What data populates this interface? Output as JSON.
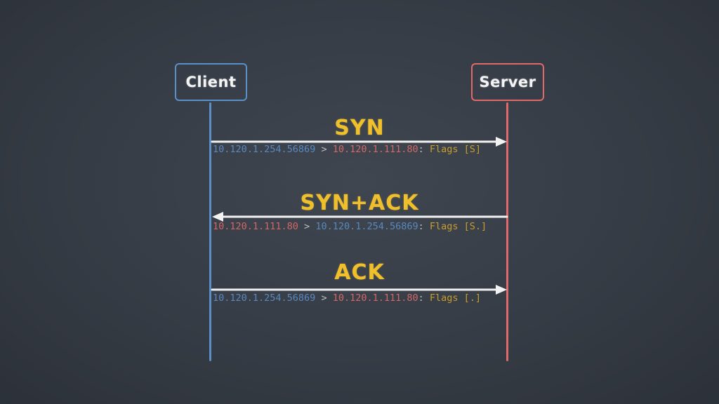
{
  "actors": {
    "client": {
      "label": "Client",
      "color": "#5b8fc9"
    },
    "server": {
      "label": "Server",
      "color": "#e06a69"
    }
  },
  "messages": [
    {
      "label": "SYN",
      "direction": "client-to-server",
      "source": "10.120.1.254.56869",
      "separator": " > ",
      "destination": "10.120.1.111.80",
      "colon": ": ",
      "flags": "Flags [S]"
    },
    {
      "label": "SYN+ACK",
      "direction": "server-to-client",
      "source": "10.120.1.111.80",
      "separator": " > ",
      "destination": "10.120.1.254.56869",
      "colon": ": ",
      "flags": "Flags [S.]"
    },
    {
      "label": "ACK",
      "direction": "client-to-server",
      "source": "10.120.1.254.56869",
      "separator": " > ",
      "destination": "10.120.1.111.80",
      "colon": ": ",
      "flags": "Flags [.]"
    }
  ],
  "colors": {
    "label": "#f0c02c",
    "flags": "#d4a52a",
    "arrow": "#f2f2f2",
    "background": "#363c45"
  }
}
